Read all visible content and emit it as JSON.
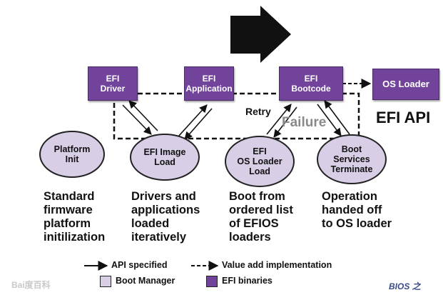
{
  "colors": {
    "binary_fill": "#72439a",
    "manager_fill": "#d8cfe6",
    "line": "#111111",
    "failure_text": "#8a8a8a"
  },
  "boxes": {
    "efi_driver": "EFI\nDriver",
    "efi_application": "EFI\nApplication",
    "efi_bootcode": "EFI\nBootcode",
    "os_loader": "OS Loader"
  },
  "ovals": {
    "platform_init": "Platform\nInit",
    "efi_image_load": "EFI Image\nLoad",
    "efi_os_loader_load": "EFI\nOS Loader\nLoad",
    "boot_services_terminate": "Boot\nServices\nTerminate"
  },
  "labels": {
    "efi_api": "EFI API",
    "retry": "Retry",
    "failure": "Failure"
  },
  "descriptions": {
    "platform": "Standard\nfirmware\nplatform\ninitilization",
    "image_load": "Drivers and\napplications\nloaded\niteratively",
    "os_loader_load": "Boot from\nordered list\nof EFIOS\nloaders",
    "terminate": "Operation\nhanded off\nto OS loader"
  },
  "legend": {
    "api_specified": "API specified",
    "value_add": "Value add implementation",
    "boot_manager": "Boot Manager",
    "efi_binaries": "EFI binaries"
  },
  "watermarks": {
    "left": "Bai度百科",
    "right": "BIOS 之"
  }
}
